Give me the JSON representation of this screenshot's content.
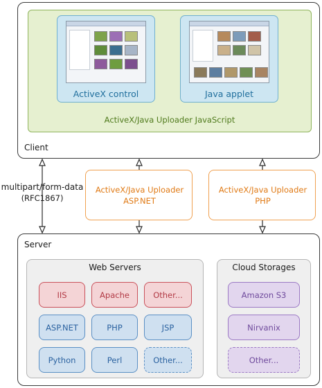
{
  "client": {
    "label": "Client",
    "javascript_label": "ActiveX/Java Uploader JavaScript",
    "activex_label": "ActiveX control",
    "java_label": "Java applet"
  },
  "middle": {
    "protocol_label": "multipart/form-data",
    "protocol_sub": "(RFC1867)",
    "aspnet_box": [
      "ActiveX/Java Uploader",
      "ASP.NET"
    ],
    "php_box": [
      "ActiveX/Java Uploader",
      "PHP"
    ]
  },
  "server": {
    "label": "Server",
    "web_servers": {
      "title": "Web Servers",
      "rows": [
        [
          "IIS",
          "Apache",
          "Other..."
        ],
        [
          "ASP.NET",
          "PHP",
          "JSP"
        ],
        [
          "Python",
          "Perl",
          "Other..."
        ]
      ]
    },
    "cloud_storages": {
      "title": "Cloud Storages",
      "items": [
        "Amazon S3",
        "Nirvanix",
        "Other..."
      ]
    }
  },
  "colors": {
    "green_fill": "#e6f0d0",
    "blue_fill": "#cde6f2",
    "orange_border": "#f0a050",
    "red": "#c9505a",
    "blue": "#5a8fc4",
    "purple": "#9b79c4"
  }
}
